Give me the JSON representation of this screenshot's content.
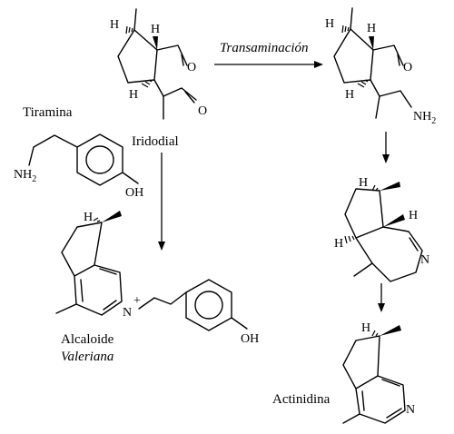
{
  "labels": {
    "tiramina": "Tiramina",
    "iridodial": "Iridodial",
    "transaminacion": "Transaminación",
    "alcaloide": "Alcaloide",
    "valeriana": "Valeriana",
    "actinidina": "Actinidina"
  },
  "atoms": {
    "h": "H",
    "o": "O",
    "n": "N",
    "nh": "NH",
    "nh_sub": "2",
    "oh": "OH",
    "plus": "+"
  }
}
